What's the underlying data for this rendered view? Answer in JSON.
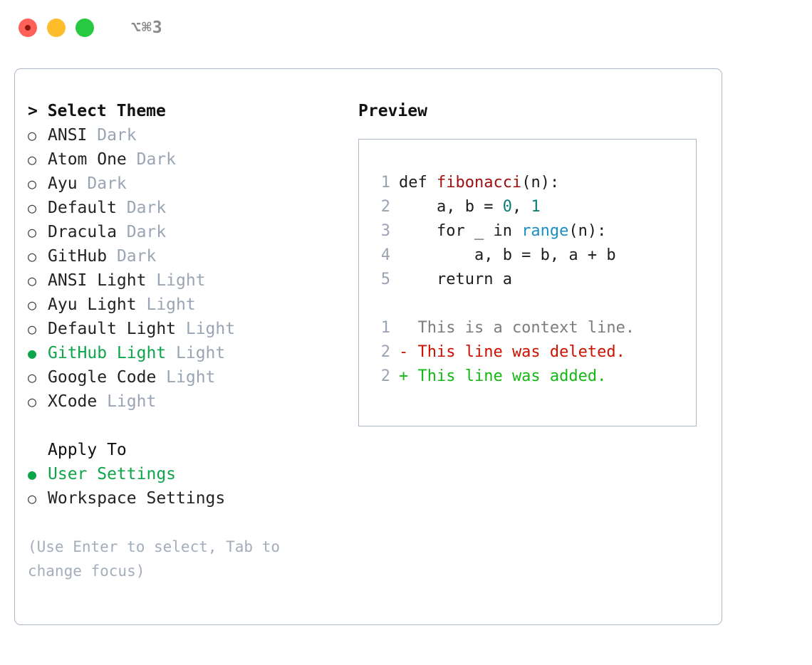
{
  "titlebar": {
    "shortcut": "⌥⌘3",
    "lights": [
      "close",
      "minimize",
      "zoom"
    ]
  },
  "theme_list": {
    "heading": "> Select Theme",
    "items": [
      {
        "marker": "○",
        "label": "ANSI",
        "tag": "Dark",
        "selected": false
      },
      {
        "marker": "○",
        "label": "Atom One",
        "tag": "Dark",
        "selected": false
      },
      {
        "marker": "○",
        "label": "Ayu",
        "tag": "Dark",
        "selected": false
      },
      {
        "marker": "○",
        "label": "Default",
        "tag": "Dark",
        "selected": false
      },
      {
        "marker": "○",
        "label": "Dracula",
        "tag": "Dark",
        "selected": false
      },
      {
        "marker": "○",
        "label": "GitHub",
        "tag": "Dark",
        "selected": false
      },
      {
        "marker": "○",
        "label": "ANSI Light",
        "tag": "Light",
        "selected": false
      },
      {
        "marker": "○",
        "label": "Ayu Light",
        "tag": "Light",
        "selected": false
      },
      {
        "marker": "○",
        "label": "Default Light",
        "tag": "Light",
        "selected": false
      },
      {
        "marker": "●",
        "label": "GitHub Light",
        "tag": "Light",
        "selected": true
      },
      {
        "marker": "○",
        "label": "Google Code",
        "tag": "Light",
        "selected": false
      },
      {
        "marker": "○",
        "label": "XCode",
        "tag": "Light",
        "selected": false
      }
    ]
  },
  "apply_to": {
    "heading": "Apply To",
    "items": [
      {
        "marker": "●",
        "label": "User Settings",
        "selected": true
      },
      {
        "marker": "○",
        "label": "Workspace Settings",
        "selected": false
      }
    ]
  },
  "hint": "(Use Enter to select, Tab to change focus)",
  "preview": {
    "title": "Preview",
    "code": [
      {
        "n": "1",
        "parts": [
          {
            "t": "def ",
            "c": "plain"
          },
          {
            "t": "fibonacci",
            "c": "fn"
          },
          {
            "t": "(n):",
            "c": "plain"
          }
        ]
      },
      {
        "n": "2",
        "parts": [
          {
            "t": "    a, b = ",
            "c": "plain"
          },
          {
            "t": "0",
            "c": "num"
          },
          {
            "t": ", ",
            "c": "plain"
          },
          {
            "t": "1",
            "c": "num"
          }
        ]
      },
      {
        "n": "3",
        "parts": [
          {
            "t": "    for _ in ",
            "c": "plain"
          },
          {
            "t": "range",
            "c": "call"
          },
          {
            "t": "(n):",
            "c": "plain"
          }
        ]
      },
      {
        "n": "4",
        "parts": [
          {
            "t": "        a, b = b, a + b",
            "c": "plain"
          }
        ]
      },
      {
        "n": "5",
        "parts": [
          {
            "t": "    return a",
            "c": "plain"
          }
        ]
      }
    ],
    "diff": [
      {
        "n": "1",
        "text": "  This is a context line.",
        "kind": "ctx"
      },
      {
        "n": "2",
        "text": "- This line was deleted.",
        "kind": "del"
      },
      {
        "n": "2",
        "text": "+ This line was added.",
        "kind": "add"
      }
    ]
  },
  "colors": {
    "selected_green": "#0da54a",
    "tag_grey": "#9aa5b4",
    "border": "#adb8c6",
    "hint": "#a3adbb",
    "diff_add": "#14b814",
    "diff_del": "#cc1100",
    "diff_ctx": "#7d7d7d",
    "tok_fn": "#a01010",
    "tok_num": "#0b7c78",
    "tok_call": "#1a8fc1",
    "lineno": "#99a3b3"
  }
}
